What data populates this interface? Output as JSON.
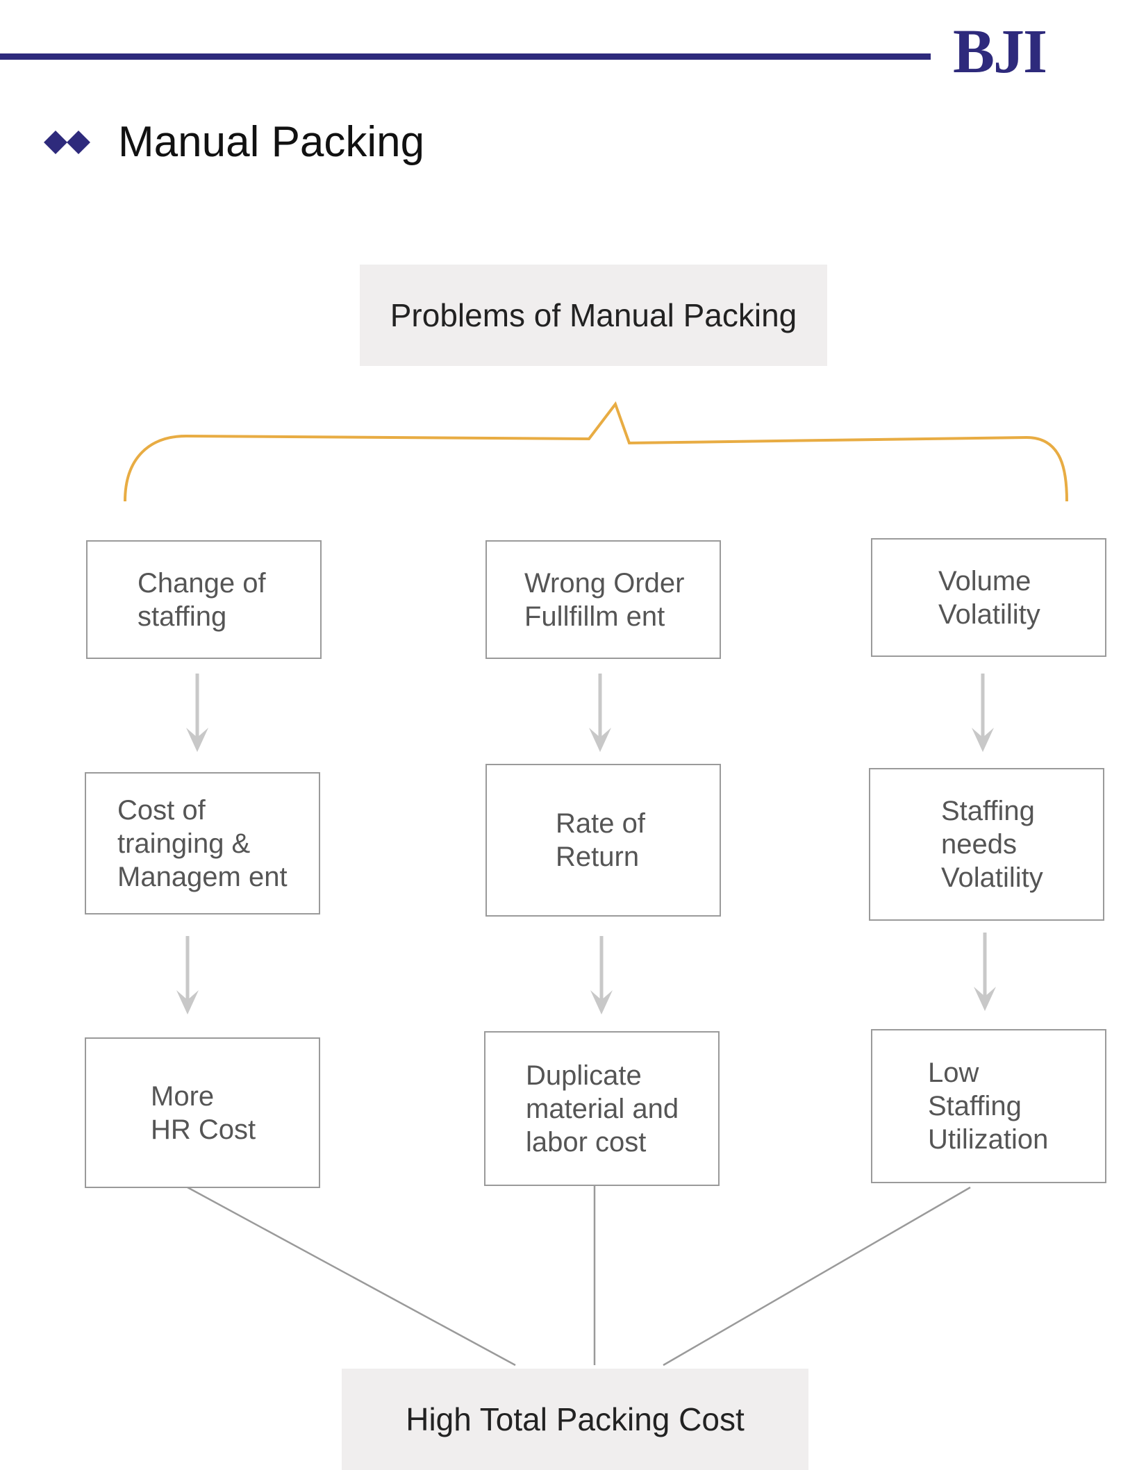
{
  "brand": {
    "logo_text": "BJI",
    "color": "#2e2a7c"
  },
  "header": {
    "title": "Manual Packing",
    "bullet_icon": "double-diamond-icon"
  },
  "diagram": {
    "root": "Problems of Manual Packing",
    "columns": [
      {
        "problem": "Change of\nstaffing",
        "effect": "Cost of\ntrainging &\nManagem ent",
        "cost": "More\nHR Cost"
      },
      {
        "problem": "Wrong Order\nFullfillm ent",
        "effect": "Rate of\nReturn",
        "cost": "Duplicate\nmaterial and\nlabor cost"
      },
      {
        "problem": "Volume\nVolatility",
        "effect": "Staffing\nneeds\nVolatility",
        "cost": "Low\nStaffing\nUtilization"
      }
    ],
    "result": "High Total Packing Cost",
    "colors": {
      "brace": "#e8ac43",
      "arrow": "#c8c8c8",
      "connector": "#9a9a9a",
      "box_border": "#9a9a9a",
      "highlight_box": "#f0eeee"
    }
  }
}
